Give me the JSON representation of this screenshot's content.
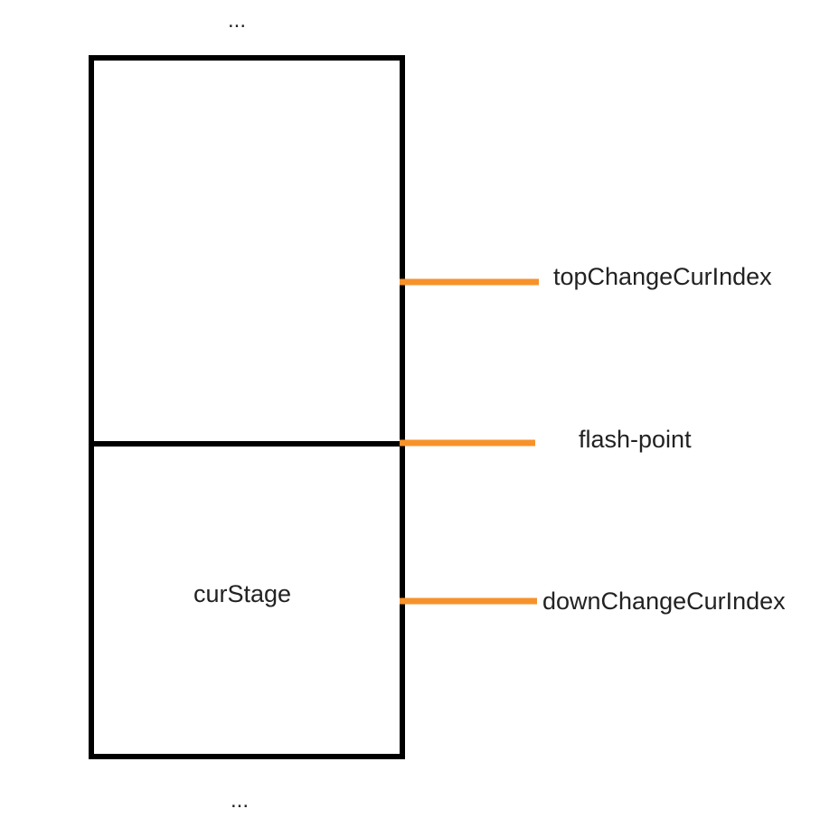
{
  "diagram": {
    "top_ellipsis": "...",
    "bottom_ellipsis": "...",
    "stage_label": "curStage",
    "markers": {
      "top_change": "topChangeCurIndex",
      "flash_point": "flash-point",
      "down_change": "downChangeCurIndex"
    },
    "colors": {
      "stroke": "#000000",
      "marker": "#f7922b",
      "text": "#222222"
    }
  }
}
